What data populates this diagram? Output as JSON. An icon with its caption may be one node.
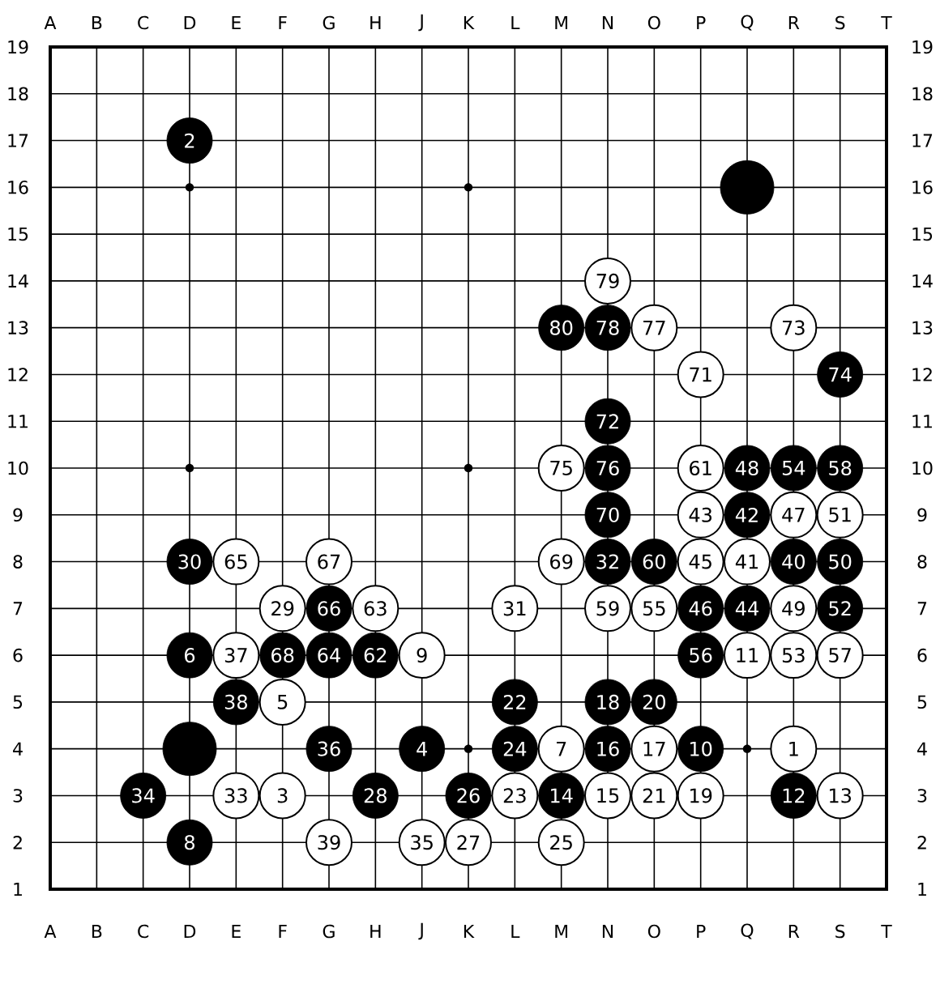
{
  "diagram": {
    "nodes": [
      {
        "text": [
          "2"
        ]
      },
      {
        "text": [],
        "shape": "circle"
      },
      {
        "text": [
          "79"
        ]
      },
      {
        "text": [
          "80"
        ]
      },
      {
        "text": [
          "78"
        ]
      },
      {
        "text": [
          "77"
        ]
      },
      {
        "text": [
          "73"
        ]
      },
      {
        "text": [
          "71"
        ]
      },
      {
        "text": [
          "74"
        ]
      },
      {
        "text": [
          "72"
        ]
      },
      {
        "text": [
          "75"
        ]
      },
      {
        "text": [
          "76"
        ]
      },
      {
        "text": [
          "61"
        ]
      },
      {
        "text": [
          "48"
        ]
      },
      {
        "text": [
          "54"
        ]
      },
      {
        "text": [
          "58"
        ]
      },
      {
        "text": [
          "70"
        ]
      },
      {
        "text": [
          "43"
        ]
      },
      {
        "text": [
          "42"
        ]
      },
      {
        "text": [
          "47"
        ]
      },
      {
        "text": [
          "51"
        ]
      },
      {
        "text": [
          "30"
        ]
      },
      {
        "text": [
          "65"
        ]
      },
      {
        "text": [
          "67"
        ]
      },
      {
        "text": [
          "69"
        ]
      },
      {
        "text": [
          "32"
        ]
      },
      {
        "text": [
          "60"
        ]
      },
      {
        "text": [
          "45"
        ]
      },
      {
        "text": [
          "41"
        ]
      },
      {
        "text": [
          "40"
        ]
      },
      {
        "text": [
          "50"
        ]
      },
      {
        "text": [
          "29"
        ]
      },
      {
        "text": [
          "66"
        ]
      },
      {
        "text": [
          "63"
        ]
      },
      {
        "text": [
          "31"
        ]
      },
      {
        "text": [
          "59"
        ]
      },
      {
        "text": [
          "55"
        ]
      },
      {
        "text": [
          "46"
        ]
      },
      {
        "text": [
          "44"
        ]
      },
      {
        "text": [
          "49"
        ]
      },
      {
        "text": [
          "52"
        ]
      },
      {
        "text": [
          "6"
        ]
      },
      {
        "text": [
          "37"
        ]
      },
      {
        "text": [
          "68"
        ]
      },
      {
        "text": [
          "64"
        ]
      },
      {
        "text": [
          "62"
        ]
      },
      {
        "text": [
          "9"
        ]
      },
      {
        "text": [
          "56"
        ]
      },
      {
        "text": [
          "11"
        ]
      },
      {
        "text": [
          "53"
        ]
      },
      {
        "text": [
          "57"
        ]
      },
      {
        "text": [
          "38"
        ]
      },
      {
        "text": [
          "5"
        ]
      },
      {
        "text": [
          "22"
        ]
      },
      {
        "text": [
          "18"
        ]
      },
      {
        "text": [
          "20"
        ]
      },
      {
        "text": [],
        "shape": "circle"
      },
      {
        "text": [
          "36"
        ]
      },
      {
        "text": [
          "4"
        ]
      },
      {
        "text": [
          "24"
        ]
      },
      {
        "text": [
          "7"
        ]
      },
      {
        "text": [
          "16"
        ]
      },
      {
        "text": [
          "17"
        ]
      },
      {
        "text": [
          "10"
        ]
      },
      {
        "text": [
          "1"
        ]
      },
      {
        "text": [
          "34"
        ]
      },
      {
        "text": [
          "33"
        ]
      },
      {
        "text": [
          "3"
        ]
      },
      {
        "text": [
          "28"
        ]
      },
      {
        "text": [
          "26"
        ]
      },
      {
        "text": [
          "23"
        ]
      },
      {
        "text": [
          "14"
        ]
      },
      {
        "text": [
          "15"
        ]
      },
      {
        "text": [
          "21"
        ]
      },
      {
        "text": [
          "19"
        ]
      },
      {
        "text": [
          "12"
        ]
      },
      {
        "text": [
          "13"
        ]
      },
      {
        "text": [
          "8"
        ]
      },
      {
        "text": [
          "39"
        ]
      },
      {
        "text": [
          "35"
        ]
      },
      {
        "text": [
          "27"
        ]
      },
      {
        "text": [
          "25"
        ]
      }
    ],
    "labels": [
      "A",
      "B",
      "C",
      "D",
      "E",
      "F",
      "G",
      "H",
      "J",
      "K",
      "L",
      "M",
      "N",
      "O",
      "P",
      "Q",
      "R",
      "S",
      "T",
      "19",
      "19",
      "18",
      "18",
      "17",
      "17",
      "16",
      "16",
      "15",
      "15",
      "14",
      "14",
      "13",
      "13",
      "12",
      "12",
      "11",
      "11",
      "10",
      "10",
      "9",
      "9",
      "8",
      "8",
      "7",
      "7",
      "6",
      "6",
      "5",
      "5",
      "4",
      "4",
      "3",
      "3",
      "2",
      "2",
      "1",
      "1",
      "A",
      "B",
      "C",
      "D",
      "E",
      "F",
      "G",
      "H",
      "J",
      "K",
      "L",
      "M",
      "N",
      "O",
      "P",
      "Q",
      "R",
      "S",
      "T"
    ]
  }
}
